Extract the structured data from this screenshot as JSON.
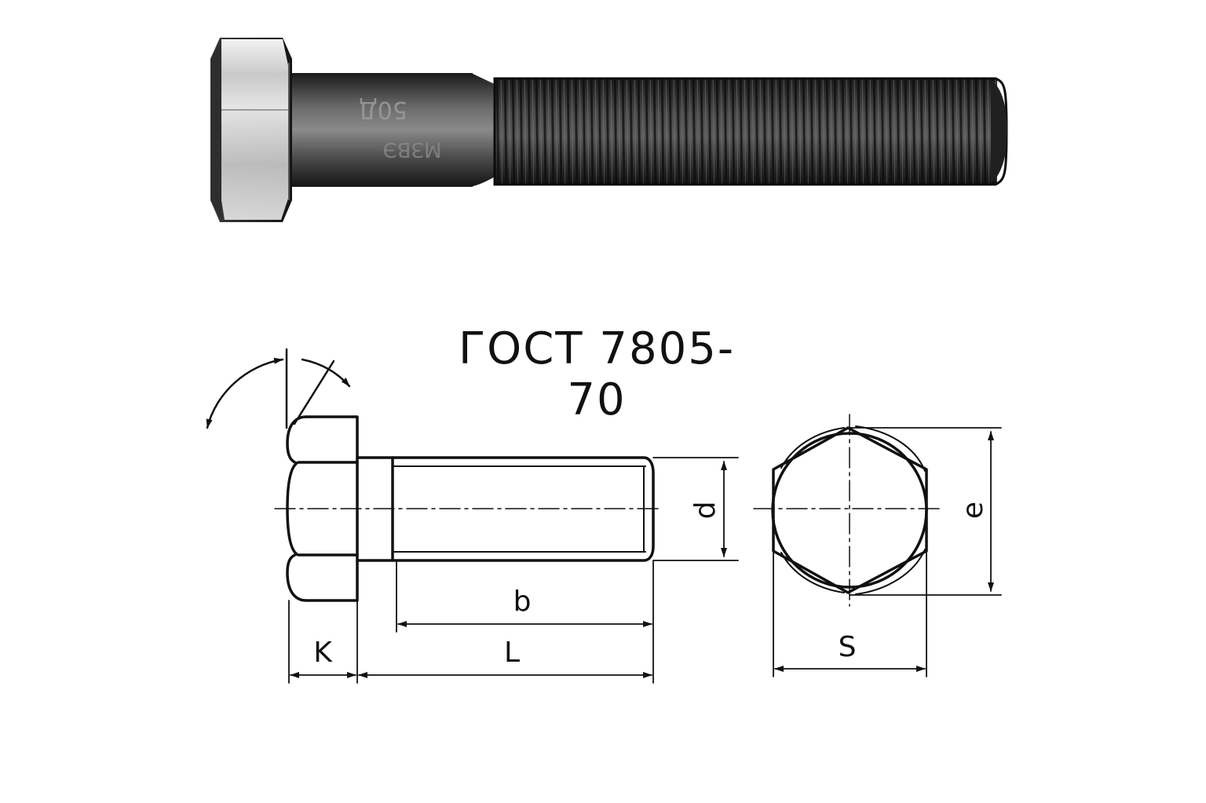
{
  "photo": {
    "shank_stamp_top": "50Д",
    "shank_stamp_bottom": "МЗВЭ"
  },
  "drawing": {
    "title": "ГОСТ 7805-70",
    "dimensions": {
      "head_height": "K",
      "length": "L",
      "thread_length": "b",
      "diameter": "d",
      "across_flats": "S",
      "across_corners": "e"
    }
  },
  "colors": {
    "line": "#111111",
    "background": "#ffffff",
    "steel_dark": "#2a2a2a",
    "steel_light": "#cfcfcf"
  }
}
